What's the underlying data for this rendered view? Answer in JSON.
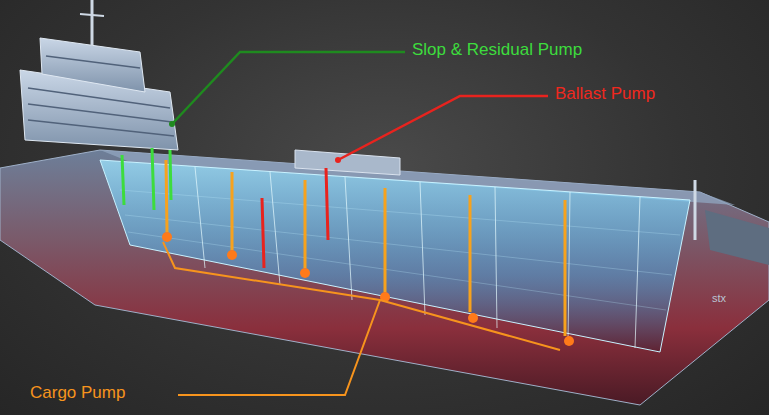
{
  "diagram": {
    "labels": [
      "Slop & Residual Pump",
      "Ballast Pump",
      "Cargo Pump",
      "stx"
    ]
  }
}
